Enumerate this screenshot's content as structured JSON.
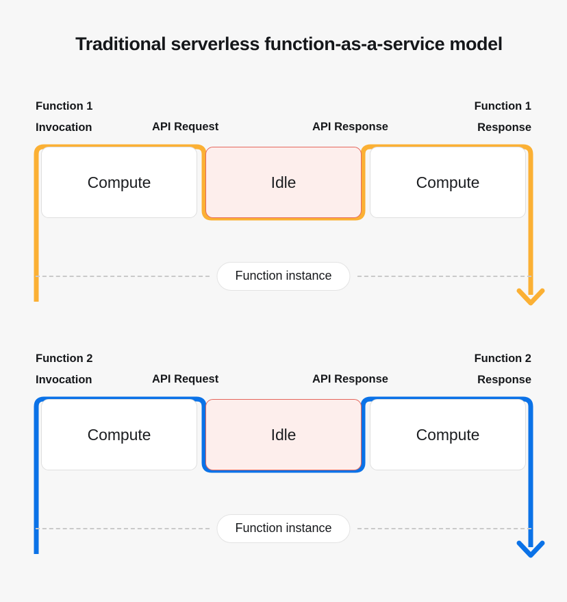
{
  "page": {
    "background_color": "#f7f7f7",
    "title": "Traditional serverless function-as-a-service model"
  },
  "colors": {
    "orange_track": "#fbb034",
    "blue_track": "#0b72e7",
    "idle_fill": "#fdeeec",
    "idle_border": "#e4665c",
    "compute_fill": "#ffffff",
    "compute_border": "#dedede",
    "dashed_line": "#c9c9c9",
    "text": "#15171a"
  },
  "tracks": [
    {
      "id": "function-1",
      "accent_color": "#fbb034",
      "captions": {
        "invocation": "Function 1\nInvocation",
        "api_request": "API Request",
        "api_response": "API Response",
        "function_response": "Function 1\nResponse"
      },
      "segments": [
        {
          "label": "Compute",
          "kind": "compute"
        },
        {
          "label": "Idle",
          "kind": "idle"
        },
        {
          "label": "Compute",
          "kind": "compute"
        }
      ],
      "instance_label": "Function instance"
    },
    {
      "id": "function-2",
      "accent_color": "#0b72e7",
      "captions": {
        "invocation": "Function 2\nInvocation",
        "api_request": "API Request",
        "api_response": "API Response",
        "function_response": "Function 2\nResponse"
      },
      "segments": [
        {
          "label": "Compute",
          "kind": "compute"
        },
        {
          "label": "Idle",
          "kind": "idle"
        },
        {
          "label": "Compute",
          "kind": "compute"
        }
      ],
      "instance_label": "Function instance"
    }
  ]
}
